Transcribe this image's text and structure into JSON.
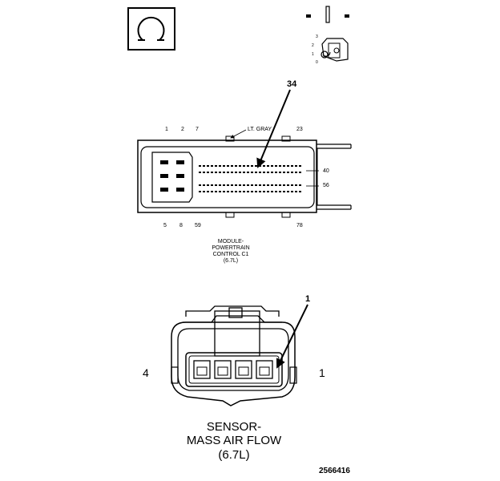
{
  "pcm_connector": {
    "callouts": {
      "cavity_34": "34",
      "lt_gray": "LT. GRAY",
      "pin_40": "40",
      "pin_56": "56"
    },
    "top_pins": [
      "1",
      "2",
      "7",
      "23"
    ],
    "bottom_pins": [
      "5",
      "8",
      "59",
      "78"
    ],
    "caption_lines": [
      "MODULE-",
      "POWERTRAIN",
      "CONTROL C1",
      "(6.7L)"
    ]
  },
  "key_diagram": {
    "pin_labels": [
      "3",
      "2",
      "1",
      "0"
    ]
  },
  "maf_connector": {
    "callout": "1",
    "left_pin": "4",
    "right_pin": "1",
    "title_lines": [
      "SENSOR-",
      "MASS AIR FLOW",
      "(6.7L)"
    ]
  },
  "figure_number": "2566416"
}
